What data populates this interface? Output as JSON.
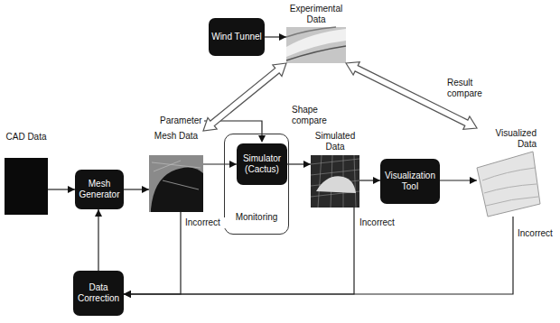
{
  "diagram": {
    "nodes": [
      {
        "text": [
          "Wind Tunnel"
        ]
      },
      {
        "text": [
          "Experimental Data"
        ]
      },
      {
        "text": [
          "CAD Data"
        ]
      },
      {
        "text": [
          "Mesh Generator"
        ]
      },
      {
        "text": [
          "Mesh Data"
        ]
      },
      {
        "text": [
          "Monitoring"
        ]
      },
      {
        "text": [
          "Simulator (Cactus)"
        ],
        "in": 5
      },
      {
        "text": [
          "Simulated Data"
        ]
      },
      {
        "text": [
          "Visualization Tool"
        ]
      },
      {
        "text": [
          "Visualized Data"
        ]
      },
      {
        "text": [
          "Data Correction"
        ]
      }
    ],
    "edges": [
      {
        "from": 0,
        "to": 1,
        "arrow": "to"
      },
      {
        "from": 2,
        "to": 3,
        "arrow": "to"
      },
      {
        "from": 3,
        "to": 4,
        "arrow": "to"
      },
      {
        "from": 4,
        "to": 6,
        "arrow": "to"
      },
      {
        "from": 6,
        "to": 7,
        "arrow": "to"
      },
      {
        "from": 7,
        "to": 8,
        "arrow": "to"
      },
      {
        "from": 8,
        "to": 9,
        "arrow": "to"
      },
      {
        "from": 10,
        "to": 3,
        "arrow": "to"
      },
      {
        "from": 4,
        "to": 10,
        "label": "Incorrect",
        "arrow": "to"
      },
      {
        "from": 7,
        "to": 10,
        "label": "Incorrect",
        "arrow": "to"
      },
      {
        "from": 9,
        "to": 10,
        "label": "Incorrect",
        "arrow": "to"
      },
      {
        "from": 1,
        "to": 4,
        "label": "Shape compare",
        "arrow": "both"
      },
      {
        "from": 1,
        "to": 9,
        "label": "Result compare",
        "arrow": "both"
      }
    ],
    "labels": [
      "Parameter"
    ]
  }
}
